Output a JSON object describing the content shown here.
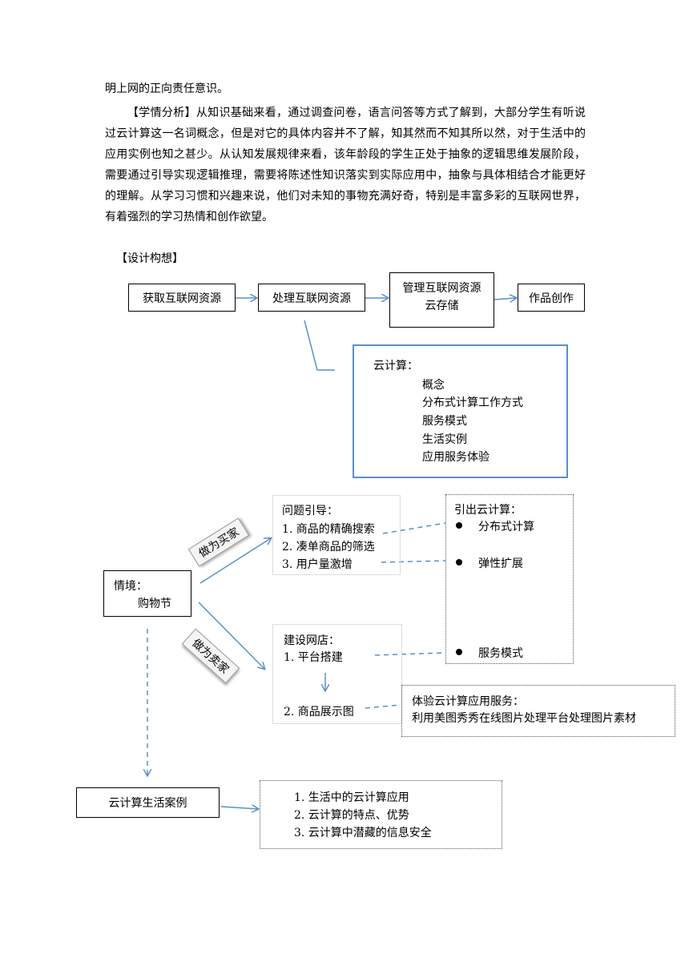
{
  "text": {
    "line0": "明上网的正向责任意识。",
    "analysis": "【学情分析】从知识基础来看，通过调查问卷，语言问答等方式了解到，大部分学生有听说过云计算这一名词概念，但是对它的具体内容并不了解，知其然而不知其所以然，对于生活中的应用实例也知之甚少。从认知发展规律来看，该年龄段的学生正处于抽象的逻辑思维发展阶段，需要通过引导实现逻辑推理，需要将陈述性知识落实到实际应用中，抽象与具体相结合才能更好的理解。从学习习惯和兴趣来说，他们对未知的事物充满好奇，特别是丰富多彩的互联网世界，有着强烈的学习热情和创作欲望。",
    "design_heading": "【设计构想】"
  },
  "flow": {
    "step1": "获取互联网资源",
    "step2": "处理互联网资源",
    "step3_line1": "管理互联网资源",
    "step3_line2": "云存储",
    "step4": "作品创作"
  },
  "cloud_box": {
    "title": "云计算：",
    "items": [
      "概念",
      "分布式计算工作方式",
      "服务模式",
      "生活实例",
      "应用服务体验"
    ]
  },
  "scenario": {
    "label": "情境：",
    "value": "购物节",
    "buyer_tag": "做为买家",
    "seller_tag": "做为卖家"
  },
  "questions": {
    "title": "问题引导：",
    "items": [
      "1.  商品的精确搜索",
      "2.  凑单商品的筛选",
      "3.  用户量激增"
    ]
  },
  "lead": {
    "title": "引出云计算：",
    "items": [
      "分布式计算",
      "弹性扩展",
      "服务模式"
    ]
  },
  "shop": {
    "title": "建设网店：",
    "item1": "1.  平台搭建",
    "item2": "2.  商品展示图"
  },
  "experience": {
    "line1": "体验云计算应用服务：",
    "line2": "利用美图秀秀在线图片处理平台处理图片素材"
  },
  "cases": {
    "label": "云计算生活案例",
    "items": [
      "1.      生活中的云计算应用",
      "2.      云计算的特点、优势",
      "3.      云计算中潜藏的信息安全"
    ]
  }
}
